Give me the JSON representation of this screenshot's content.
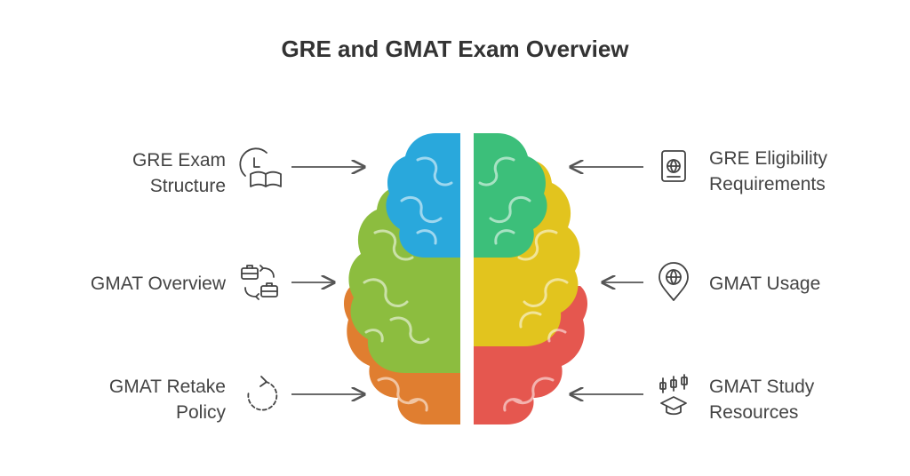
{
  "title": "GRE and GMAT Exam Overview",
  "colors": {
    "blue": "#29a8dc",
    "green_dark": "#8cbd3f",
    "orange": "#e07e30",
    "teal_green": "#3cbf7a",
    "yellow": "#e2c41e",
    "red": "#e5574f",
    "arrow": "#555555",
    "icon": "#444444"
  },
  "items": {
    "gre_structure": {
      "lines": [
        "GRE Exam",
        "Structure"
      ],
      "icon": "clock-book-icon"
    },
    "gmat_overview": {
      "lines": [
        "GMAT Overview"
      ],
      "icon": "briefcase-exchange-icon"
    },
    "gmat_retake": {
      "lines": [
        "GMAT Retake",
        "Policy"
      ],
      "icon": "refresh-icon"
    },
    "gre_eligibility": {
      "lines": [
        "GRE Eligibility",
        "Requirements"
      ],
      "icon": "passport-icon"
    },
    "gmat_usage": {
      "lines": [
        "GMAT Usage"
      ],
      "icon": "globe-pin-icon"
    },
    "gmat_study": {
      "lines": [
        "GMAT Study",
        "Resources"
      ],
      "icon": "study-chart-icon"
    }
  }
}
